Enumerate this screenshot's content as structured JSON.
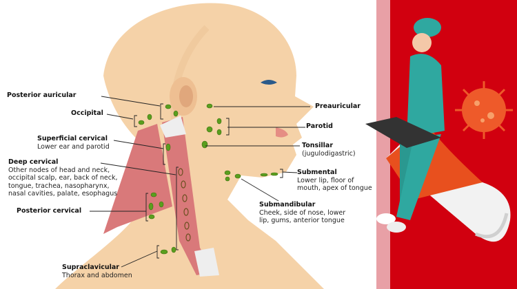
{
  "colors": {
    "skin": "#f5d2a8",
    "node": "#5a9e1e",
    "muscle": "#d9797a",
    "red": "#d1000f",
    "pink": "#e8a0a6",
    "teal": "#2fa8a0"
  },
  "labels": {
    "posterior_auricular": {
      "title": "Posterior auricular"
    },
    "occipital": {
      "title": "Occipital"
    },
    "superficial_cervical": {
      "title": "Superficial cervical",
      "desc": "Lower ear and parotid"
    },
    "deep_cervical": {
      "title": "Deep cervical",
      "desc": [
        "Other nodes of head and neck,",
        "occipital scalp, ear, back of neck,",
        "tongue, trachea, nasopharynx,",
        "nasal cavities, palate, esophagus"
      ]
    },
    "posterior_cervical": {
      "title": "Posterior cervical"
    },
    "supraclavicular": {
      "title": "Supraclavicular",
      "desc": "Thorax and abdomen"
    },
    "preauricular": {
      "title": "Preauricular"
    },
    "parotid": {
      "title": "Parotid"
    },
    "tonsillar": {
      "title": "Tonsillar",
      "desc": "(jugulodigastric)"
    },
    "submental": {
      "title": "Submental",
      "desc": [
        "Lower lip, floor of",
        "mouth, apex of tongue"
      ]
    },
    "submandibular": {
      "title": "Submandibular",
      "desc": [
        "Cheek, side of nose, lower",
        "lip, gums, anterior tongue"
      ]
    }
  }
}
